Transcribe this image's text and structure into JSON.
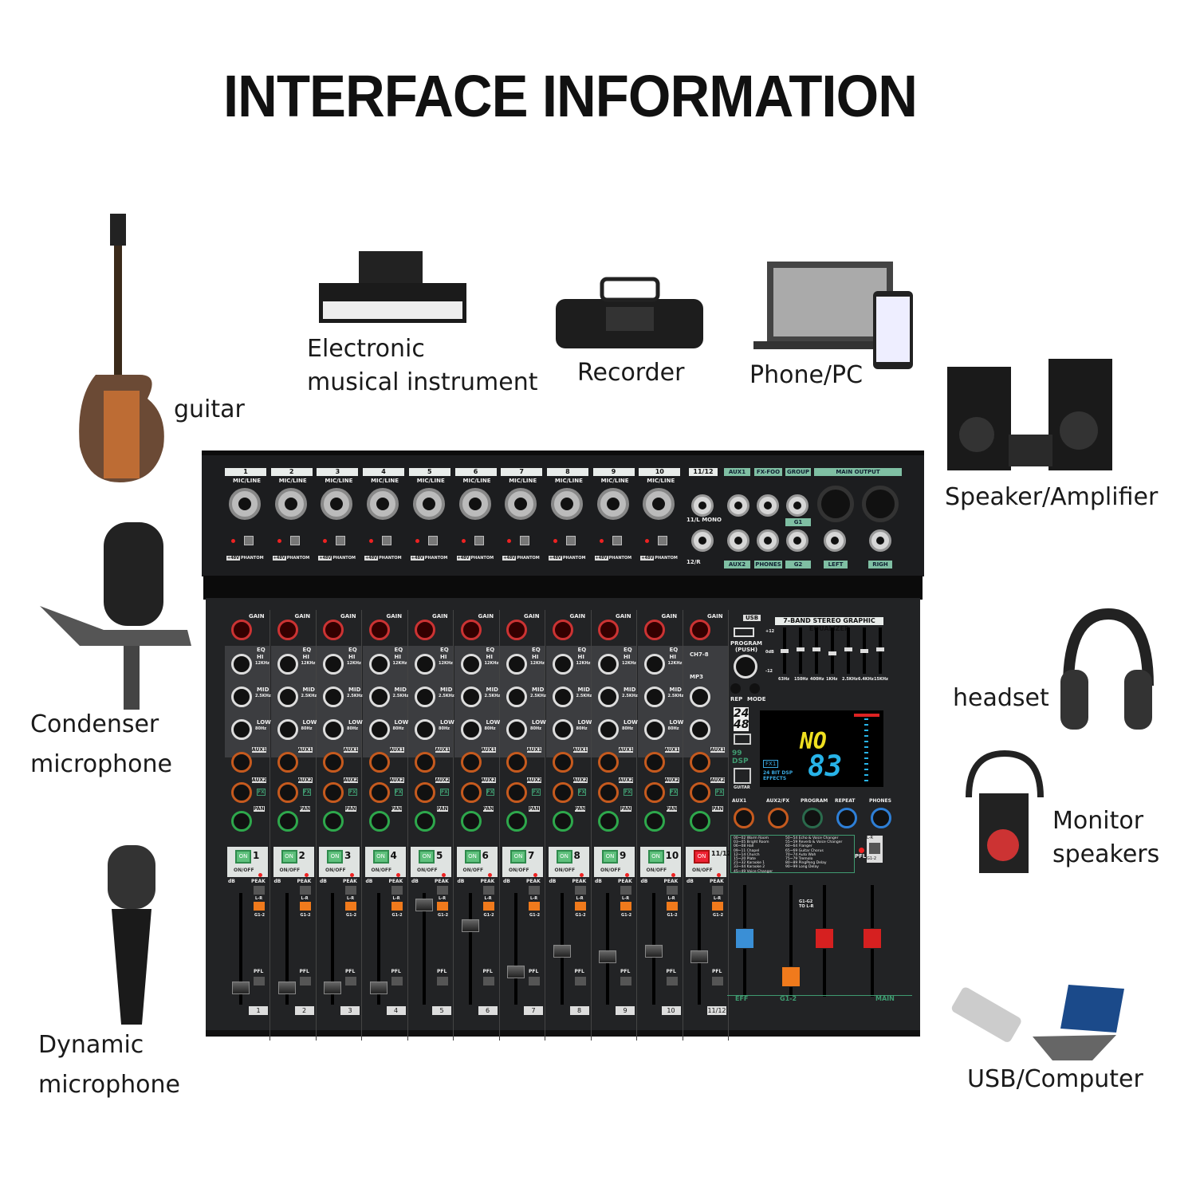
{
  "title": "INTERFACE INFORMATION",
  "peripherals": {
    "guitar": "guitar",
    "electronic_instrument": [
      "Electronic",
      "musical instrument"
    ],
    "recorder": "Recorder",
    "phone_pc": "Phone/PC",
    "speaker_amplifier": "Speaker/Amplifier",
    "condenser_microphone": [
      "Condenser",
      "microphone"
    ],
    "headset": "headset",
    "monitor_speakers": [
      "Monitor",
      "speakers"
    ],
    "dynamic_microphone": [
      "Dynamic",
      "microphone"
    ],
    "usb_computer": "USB/Computer"
  },
  "mixer": {
    "top": {
      "channels": [
        "1",
        "2",
        "3",
        "4",
        "5",
        "6",
        "7",
        "8",
        "9",
        "10"
      ],
      "stereo_channel": "11/12",
      "input_label": "MIC/LINE",
      "phantom_btn": "+48V",
      "phantom_label": "PHANTOM",
      "stereo_l": "11/L MONO",
      "stereo_r": "12/R",
      "aux1": "AUX1",
      "aux2": "AUX2",
      "fx": "FX-FOO",
      "phones": "PHONES",
      "group": "GROUP",
      "g1": "G1",
      "g2": "G2",
      "main_output": "MAIN OUTPUT",
      "left": "LEFT",
      "right": "RIGH"
    },
    "strip": {
      "gain": "GAIN",
      "eq": "EQ",
      "hi": "HI",
      "hi_freq": "12KHz",
      "mid": "MID",
      "mid_freq": "2.5KHz",
      "low": "LOW",
      "low_freq": "80Hz",
      "aux1": "AUX1",
      "aux2": "AUX2",
      "fx": "FX",
      "pan": "PAN",
      "on": "ON",
      "on_off": "ON/OFF",
      "peak": "PEAK",
      "lr": "L-R",
      "g12": "G1-2",
      "pfl": "PFL",
      "db": "dB",
      "channel_numbers": [
        "1",
        "2",
        "3",
        "4",
        "5",
        "6",
        "7",
        "8",
        "9",
        "10",
        "11/12"
      ],
      "ch11_sel": [
        "CH7-8",
        "MP3"
      ]
    },
    "master": {
      "usb": "USB",
      "program_push": "PROGRAM (PUSH)",
      "rep": "REP",
      "mode": "MODE",
      "eq_title": "7-BAND STEREO GRAPHIC EQUALIZER",
      "eq_bands": [
        "63Hz",
        "150Hz",
        "400Hz",
        "1KHz",
        "2.5KHz",
        "6.4KHz",
        "15KHz"
      ],
      "eq_levels": [
        0,
        0.1,
        0.1,
        -0.1,
        0.1,
        0,
        0.1
      ],
      "eq_scale": [
        "+12",
        "0dB",
        "-12"
      ],
      "format": [
        "24",
        "48"
      ],
      "dsp_99": "99 DSP",
      "guitar_label": "GUITAR",
      "display_top": "NO",
      "display_num": "83",
      "display_fx": "FX1",
      "display_dsp": "24 BIT DSP EFFECTS",
      "knobs": [
        "AUX1",
        "AUX2/FX",
        "PROGRAM",
        "REPEAT",
        "PHONES"
      ],
      "effects_left": [
        "00~02 Warm Room",
        "03~05 Bright Room",
        "06~08 Hall",
        "09~11 Chapel",
        "12~14 Church",
        "15~20 Plate",
        "21~32 Karaoke 1",
        "33~44 Karaoke 2",
        "45~49 Voice Changer"
      ],
      "effects_right": [
        "50~54 Echo & Voice Changer",
        "55~59 Reverb & Voice Changer",
        "60~64 Flanger",
        "65~69 Guitar Chorus",
        "70~74 Auto Wah",
        "75~79 Tremolo",
        "80~89 PingPong Delay",
        "90~99 Long Delay"
      ],
      "pfl": "PFL",
      "lr": "L-R",
      "g12": "G1-2",
      "g12_to_lr": "G1-G2 TO L-R",
      "bottom": [
        "EFF",
        "G1-2",
        "MAIN"
      ],
      "fader_colors": [
        "#3a8fd6",
        "#f07a1c",
        "#d62020",
        "#d62020"
      ]
    }
  }
}
